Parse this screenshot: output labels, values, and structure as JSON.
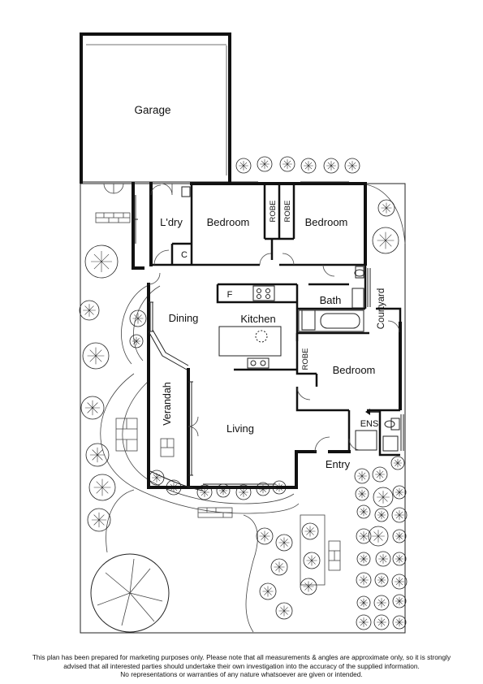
{
  "rooms": {
    "garage": "Garage",
    "laundry": "L'dry",
    "bedroom_1": "Bedroom",
    "bedroom_2": "Bedroom",
    "bedroom_3": "Bedroom",
    "robe_1": "ROBE",
    "robe_2": "ROBE",
    "robe_3": "ROBE",
    "cupboard": "C",
    "fridge": "F",
    "kitchen": "Kitchen",
    "bath": "Bath",
    "courtyard": "Courtyard",
    "dining": "Dining",
    "verandah": "Verandah",
    "living": "Living",
    "ensuite": "ENS",
    "entry": "Entry"
  },
  "disclaimer": {
    "line_1": "This plan has been prepared for marketing purposes only. Please note that all measurements & angles are approximate only, so it is strongly",
    "line_2": "advised that all interested parties should undertake their own investigation into the accuracy of the supplied information.",
    "line_3": "No representations or warranties of any nature whatsoever are given or intended."
  }
}
